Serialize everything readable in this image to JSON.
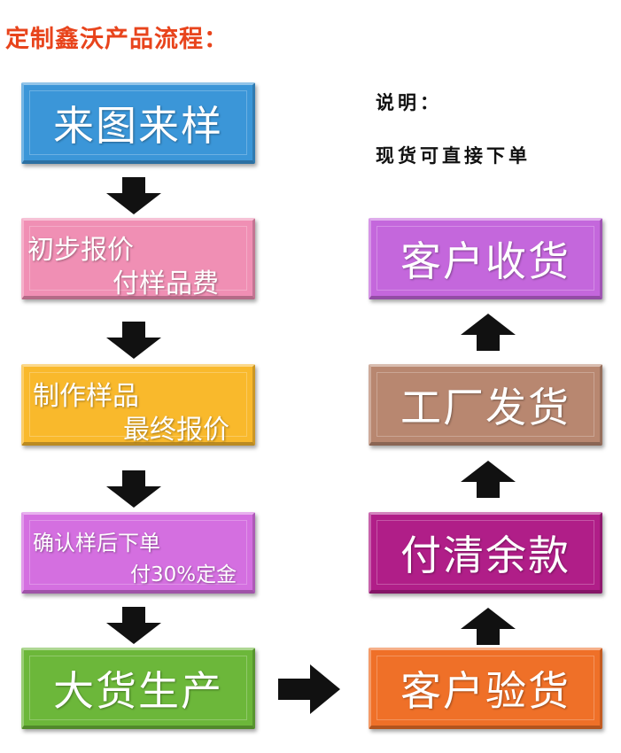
{
  "title": "定制鑫沃产品流程：",
  "note": {
    "heading": "说明：",
    "text": "现货可直接下单"
  },
  "left_steps": [
    {
      "line1": "来图来样",
      "color": "#3b96d8"
    },
    {
      "line1": "初步报价",
      "line2": "付样品费",
      "color": "#f08fb4"
    },
    {
      "line1": "制作样品",
      "line2": "最终报价",
      "color": "#f9b92c"
    },
    {
      "line1": "确认样后下单",
      "line2": "付30%定金",
      "color": "#d46fe0"
    },
    {
      "line1": "大货生产",
      "color": "#6cb73a"
    }
  ],
  "right_steps": [
    {
      "line1": "客户收货",
      "color": "#c467dc"
    },
    {
      "line1": "工厂发货",
      "color": "#b88770"
    },
    {
      "line1": "付清余款",
      "color": "#b01e88"
    },
    {
      "line1": "客户验货",
      "color": "#ef7028"
    }
  ],
  "colors": {
    "title": "#e8441c",
    "arrow": "#111111"
  }
}
